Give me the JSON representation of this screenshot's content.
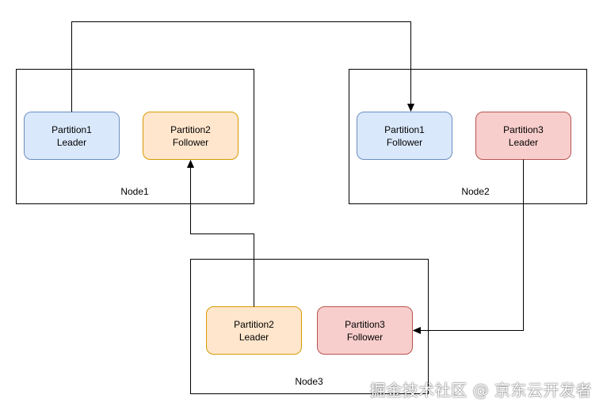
{
  "nodes": {
    "node1": {
      "label": "Node1"
    },
    "node2": {
      "label": "Node2"
    },
    "node3": {
      "label": "Node3"
    }
  },
  "partitions": {
    "p1_leader": {
      "name": "Partition1",
      "role": "Leader",
      "fill": "#dae8fc",
      "stroke": "#6c8ebf"
    },
    "p2_follower": {
      "name": "Partition2",
      "role": "Follower",
      "fill": "#ffe6cc",
      "stroke": "#d79b00"
    },
    "p1_follower": {
      "name": "Partition1",
      "role": "Follower",
      "fill": "#dae8fc",
      "stroke": "#6c8ebf"
    },
    "p3_leader": {
      "name": "Partition3",
      "role": "Leader",
      "fill": "#f8cecc",
      "stroke": "#b85450"
    },
    "p2_leader": {
      "name": "Partition2",
      "role": "Leader",
      "fill": "#ffe6cc",
      "stroke": "#d79b00"
    },
    "p3_follower": {
      "name": "Partition3",
      "role": "Follower",
      "fill": "#f8cecc",
      "stroke": "#b85450"
    }
  },
  "edges": [
    {
      "from": "Partition1 Leader",
      "to": "Partition1 Follower"
    },
    {
      "from": "Partition3 Leader",
      "to": "Partition3 Follower"
    },
    {
      "from": "Partition2 Leader",
      "to": "Partition2 Follower"
    }
  ],
  "watermark": {
    "text": "掘金技术社区 @ 京东云开发者"
  }
}
